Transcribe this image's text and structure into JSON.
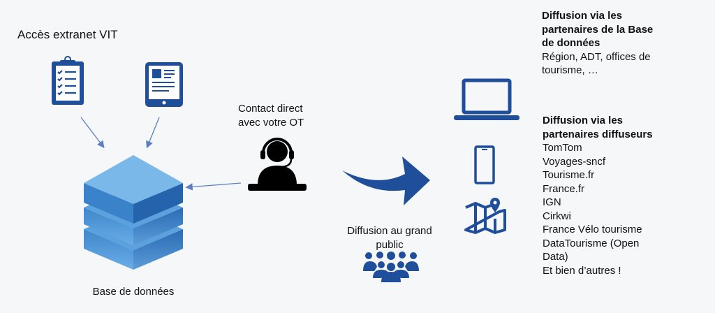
{
  "left": {
    "extranet_title": "Accès extranet VIT",
    "database_label": "Base de données"
  },
  "center": {
    "contact_line1": "Contact direct",
    "contact_line2": "avec votre OT",
    "public_line1": "Diffusion au grand",
    "public_line2": "public"
  },
  "right": {
    "block1": {
      "heading": [
        "Diffusion via les",
        "partenaires de la Base",
        "de données"
      ],
      "body": [
        "Région, ADT, offices de",
        "tourisme, …"
      ]
    },
    "block2": {
      "heading": [
        "Diffusion via les",
        "partenaires diffuseurs"
      ],
      "items": [
        "TomTom",
        "Voyages-sncf",
        "Tourisme.fr",
        "France.fr",
        "IGN",
        "Cirkwi",
        "France Vélo tourisme",
        "DataTourisme (Open",
        "Data)",
        "Et bien d’autres !"
      ]
    }
  },
  "colors": {
    "brand_blue": "#1f4e9a",
    "arrow_blue": "#5b7fc0",
    "cube_blue": "#4a90d0"
  }
}
